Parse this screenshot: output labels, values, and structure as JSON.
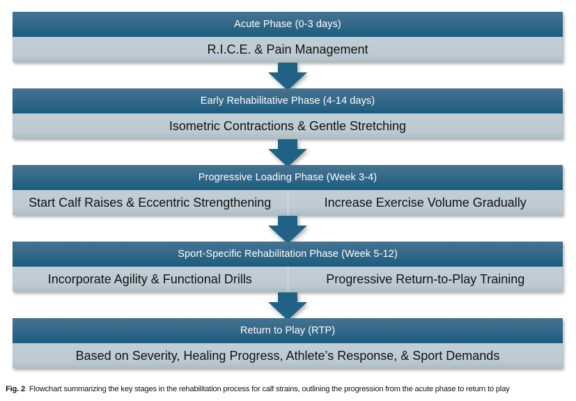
{
  "figure": {
    "caption_label": "Fig. 2",
    "caption_text": "Flowchart summarizing the key stages in the rehabilitation process for calf strains, outlining the progression from the acute phase to return to play"
  },
  "colors": {
    "header_blue_top": "#45738f",
    "header_blue_bottom": "#1b5c7e",
    "body_gray_blue": "#bdcad3",
    "arrow_blue": "#1f6286",
    "header_text": "#ffffff",
    "body_text": "#111111"
  },
  "chart_data": {
    "type": "diagram",
    "title": "Calf Strain Rehabilitation Flowchart",
    "orientation": "vertical-top-to-bottom",
    "connector": "down-block-arrow",
    "stages": [
      {
        "header": "Acute Phase (0-3 days)",
        "items": [
          "R.I.C.E. & Pain Management"
        ]
      },
      {
        "header": "Early Rehabilitative Phase (4-14 days)",
        "items": [
          "Isometric Contractions & Gentle Stretching"
        ]
      },
      {
        "header": "Progressive Loading Phase (Week 3-4)",
        "items": [
          "Start Calf Raises & Eccentric Strengthening",
          "Increase Exercise Volume Gradually"
        ]
      },
      {
        "header": "Sport-Specific Rehabilitation Phase (Week 5-12)",
        "items": [
          "Incorporate Agility & Functional Drills",
          "Progressive Return-to-Play Training"
        ]
      },
      {
        "header": "Return to Play (RTP)",
        "items": [
          "Based on Severity, Healing Progress, Athlete’s Response, & Sport Demands"
        ]
      }
    ]
  }
}
